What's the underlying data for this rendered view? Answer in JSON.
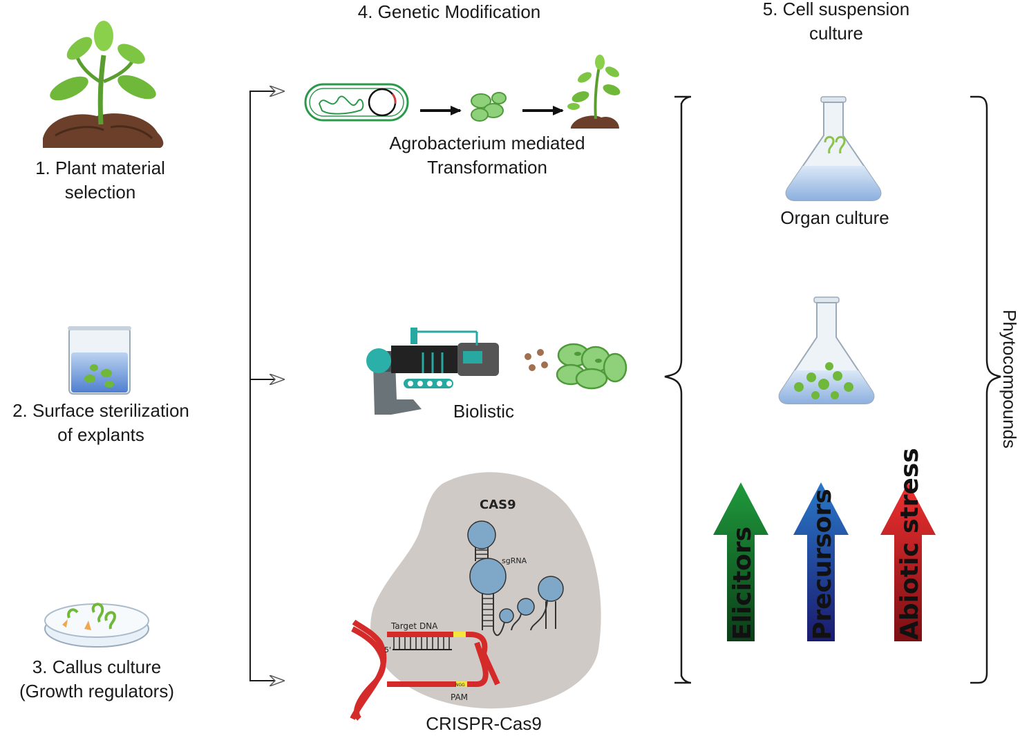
{
  "steps": {
    "plant_material": {
      "line1": "1. Plant material",
      "line2": "selection"
    },
    "sterilization": {
      "line1": "2. Surface sterilization",
      "line2": "of explants"
    },
    "callus": {
      "line1": "3. Callus culture",
      "line2": "(Growth regulators)"
    },
    "genetic_modification": {
      "title": "4. Genetic Modification"
    },
    "cell_suspension": {
      "line1": "5. Cell suspension",
      "line2": "culture"
    }
  },
  "methods": {
    "agrobacterium": {
      "line1": "Agrobacterium mediated",
      "line2": "Transformation"
    },
    "biolistic": {
      "label": "Biolistic"
    },
    "crispr": {
      "label": "CRISPR-Cas9",
      "cas9": "CAS9",
      "sgrna": "sgRNA",
      "target_dna": "Target DNA",
      "five_prime": "5'",
      "pam": "PAM",
      "ngg": "NGG"
    }
  },
  "cultures": {
    "organ": "Organ culture"
  },
  "output": {
    "phytocompounds": "Phytocompounds"
  },
  "enhancers": [
    {
      "label": "Elicitors",
      "color_top": "#1f9a3c",
      "color_bottom": "#0b3d18"
    },
    {
      "label": "Precursors",
      "color_top": "#2a78c8",
      "color_bottom": "#1a1a6e"
    },
    {
      "label": "Abiotic stress",
      "color_top": "#ee3030",
      "color_bottom": "#7a0f14"
    }
  ]
}
